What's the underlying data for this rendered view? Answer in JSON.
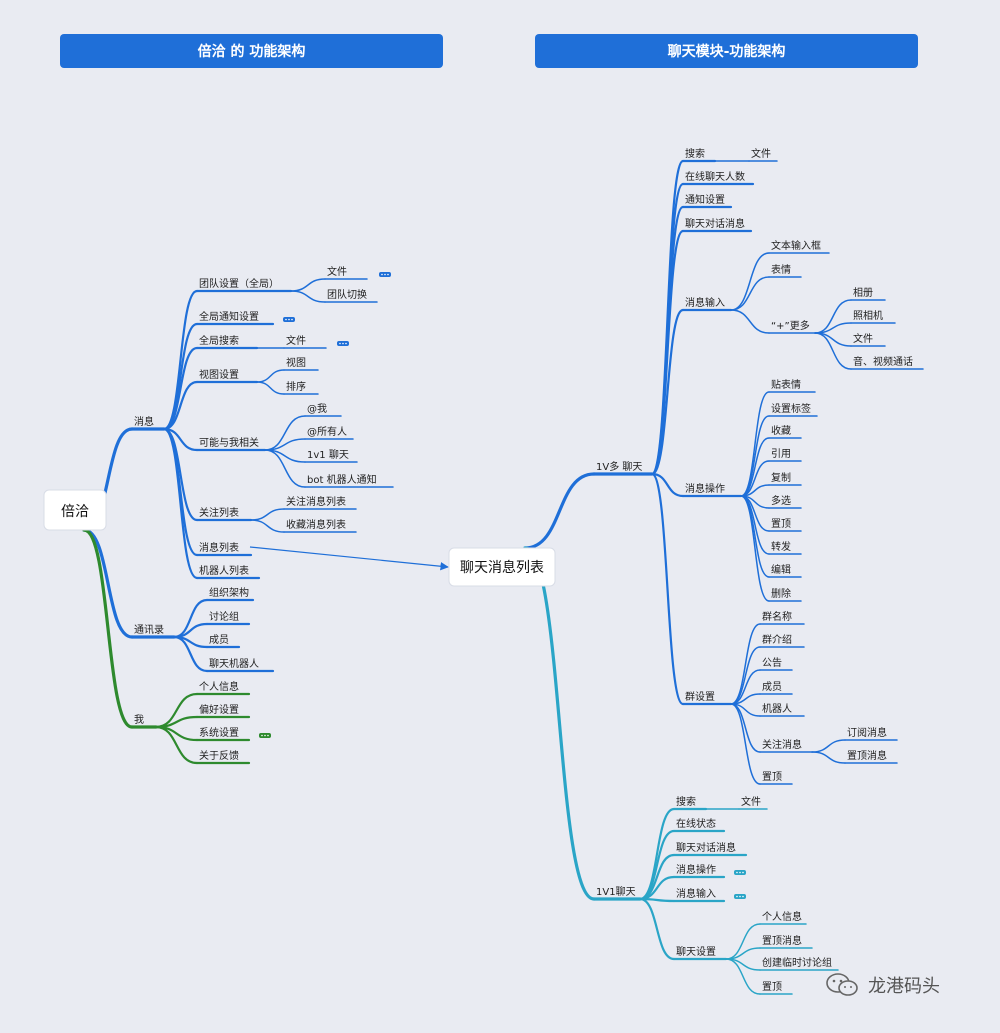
{
  "banners": {
    "left": "倍洽 的 功能架构",
    "right": "聊天模块-功能架构"
  },
  "colors": {
    "blue": "#1f6fd8",
    "green": "#2e8a2e",
    "cyan": "#2aa5c7",
    "banner": "#1f6fd8"
  },
  "watermark": {
    "text": "龙港码头",
    "icon": "wechat-icon"
  },
  "left_root": "倍洽",
  "right_root": "聊天消息列表",
  "left_tree": [
    {
      "label": "消息",
      "children": [
        {
          "label": "团队设置（全局）",
          "children": [
            {
              "label": "文件",
              "collapsed": true
            },
            {
              "label": "团队切换"
            }
          ]
        },
        {
          "label": "全局通知设置",
          "collapsed": true
        },
        {
          "label": "全局搜索",
          "children": [
            {
              "label": "文件",
              "collapsed": true
            }
          ]
        },
        {
          "label": "视图设置",
          "children": [
            {
              "label": "视图"
            },
            {
              "label": "排序"
            }
          ]
        },
        {
          "label": "可能与我相关",
          "children": [
            {
              "label": "@我"
            },
            {
              "label": "@所有人"
            },
            {
              "label": "1v1 聊天"
            },
            {
              "label": "bot 机器人通知"
            }
          ]
        },
        {
          "label": "关注列表",
          "children": [
            {
              "label": "关注消息列表"
            },
            {
              "label": "收藏消息列表"
            }
          ]
        },
        {
          "label": "消息列表"
        },
        {
          "label": "机器人列表"
        }
      ]
    },
    {
      "label": "通讯录",
      "children": [
        {
          "label": "组织架构"
        },
        {
          "label": "讨论组"
        },
        {
          "label": "成员"
        },
        {
          "label": "聊天机器人"
        }
      ]
    },
    {
      "label": "我",
      "children": [
        {
          "label": "个人信息"
        },
        {
          "label": "偏好设置"
        },
        {
          "label": "系统设置",
          "collapsed": true
        },
        {
          "label": "关于反馈"
        }
      ]
    }
  ],
  "right_tree": [
    {
      "label": "1V多 聊天",
      "children": [
        {
          "label": "搜索",
          "children": [
            {
              "label": "文件"
            }
          ]
        },
        {
          "label": "在线聊天人数"
        },
        {
          "label": "通知设置"
        },
        {
          "label": "聊天对话消息"
        },
        {
          "label": "消息输入",
          "children": [
            {
              "label": "文本输入框"
            },
            {
              "label": "表情"
            },
            {
              "label": "“+”更多",
              "children": [
                {
                  "label": "相册"
                },
                {
                  "label": "照相机"
                },
                {
                  "label": "文件"
                },
                {
                  "label": "音、视频通话"
                }
              ]
            }
          ]
        },
        {
          "label": "消息操作",
          "children": [
            {
              "label": "贴表情"
            },
            {
              "label": "设置标签"
            },
            {
              "label": "收藏"
            },
            {
              "label": "引用"
            },
            {
              "label": "复制"
            },
            {
              "label": "多选"
            },
            {
              "label": "置顶"
            },
            {
              "label": "转发"
            },
            {
              "label": "编辑"
            },
            {
              "label": "删除"
            }
          ]
        },
        {
          "label": "群设置",
          "children": [
            {
              "label": "群名称"
            },
            {
              "label": "群介绍"
            },
            {
              "label": "公告"
            },
            {
              "label": "成员"
            },
            {
              "label": "机器人"
            },
            {
              "label": "关注消息",
              "children": [
                {
                  "label": "订阅消息"
                },
                {
                  "label": "置顶消息"
                }
              ]
            },
            {
              "label": "置顶"
            }
          ]
        }
      ]
    },
    {
      "label": "1V1聊天",
      "children": [
        {
          "label": "搜索",
          "children": [
            {
              "label": "文件"
            }
          ]
        },
        {
          "label": "在线状态"
        },
        {
          "label": "聊天对话消息"
        },
        {
          "label": "消息操作",
          "collapsed": true
        },
        {
          "label": "消息输入",
          "collapsed": true
        },
        {
          "label": "聊天设置",
          "children": [
            {
              "label": "个人信息"
            },
            {
              "label": "置顶消息"
            },
            {
              "label": "创建临时讨论组"
            },
            {
              "label": "置顶"
            }
          ]
        }
      ]
    }
  ]
}
